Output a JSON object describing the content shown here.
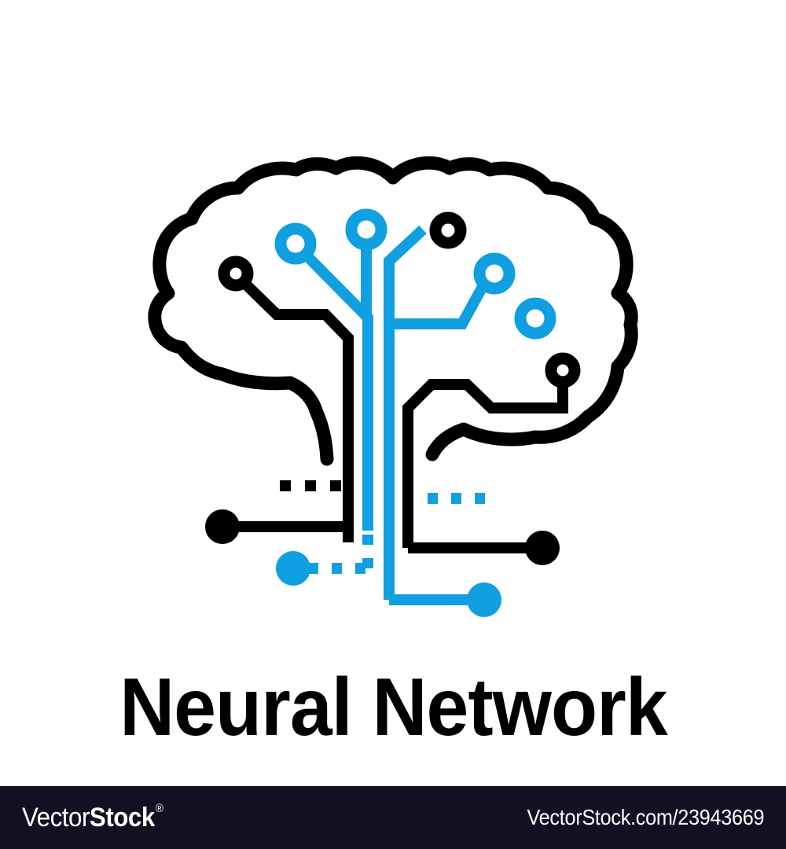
{
  "document": {
    "title": "Neural Network",
    "background_color": "#ffffff"
  },
  "logo": {
    "name": "neural-network-brain-circuit-logo",
    "colors": {
      "black": "#000000",
      "blue": "#109FE0",
      "background": "#ffffff"
    },
    "caption": "Neural Network",
    "elements": {
      "brain_outline": "brain-outline",
      "node_rings_black": 3,
      "node_rings_blue": 4,
      "node_dots_black": 2,
      "node_dots_blue": 2,
      "dashed_traces": 3
    }
  },
  "footer": {
    "background_color": "#121122",
    "brand_prefix": "Vector",
    "brand_suffix": "Stock",
    "brand_registered": "®",
    "url": "VectorStock.com/23943669"
  }
}
